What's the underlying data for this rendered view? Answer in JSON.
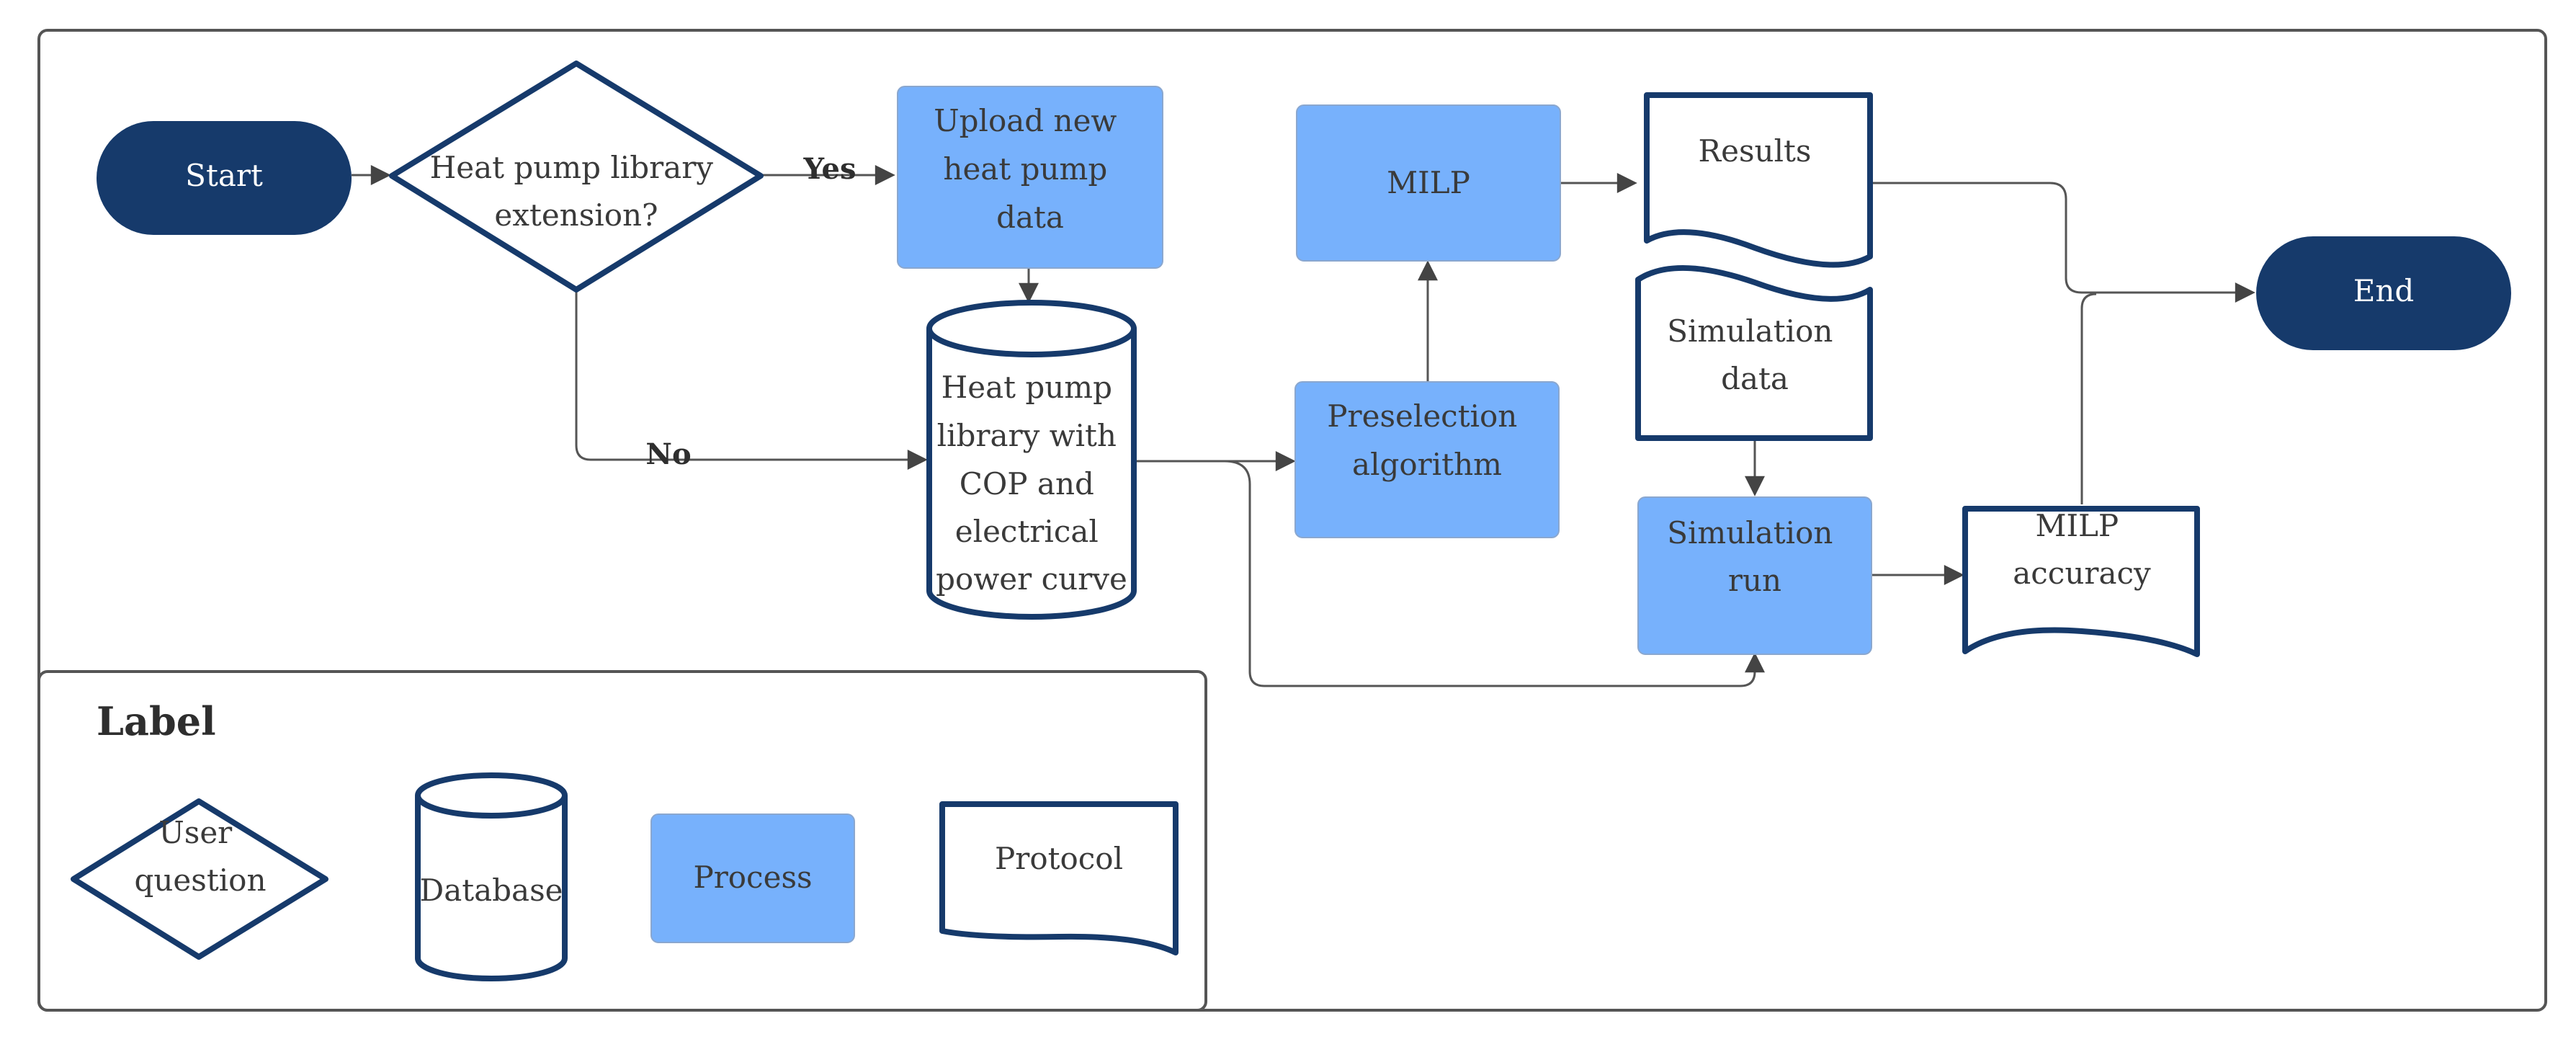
{
  "colors": {
    "navy": "#163a6b",
    "process_fill": "#77b1fc",
    "connector": "#555555"
  },
  "flowchart": {
    "start": "Start",
    "end": "End",
    "decision": [
      "Heat pump library",
      "extension?"
    ],
    "yes_label": "Yes",
    "no_label": "No",
    "upload": [
      "Upload new",
      "heat pump",
      "data"
    ],
    "library": [
      "Heat pump",
      "library with",
      "COP and",
      "electrical",
      "power curve"
    ],
    "preselection": [
      "Preselection",
      "algorithm"
    ],
    "milp": "MILP",
    "results": "Results",
    "simulation_data": [
      "Simulation",
      "data"
    ],
    "simulation_run": [
      "Simulation",
      "run"
    ],
    "milp_accuracy": [
      "MILP",
      "accuracy"
    ]
  },
  "legend": {
    "title": "Label",
    "user_question": [
      "User",
      "question"
    ],
    "database": "Database",
    "process": "Process",
    "protocol": "Protocol"
  }
}
